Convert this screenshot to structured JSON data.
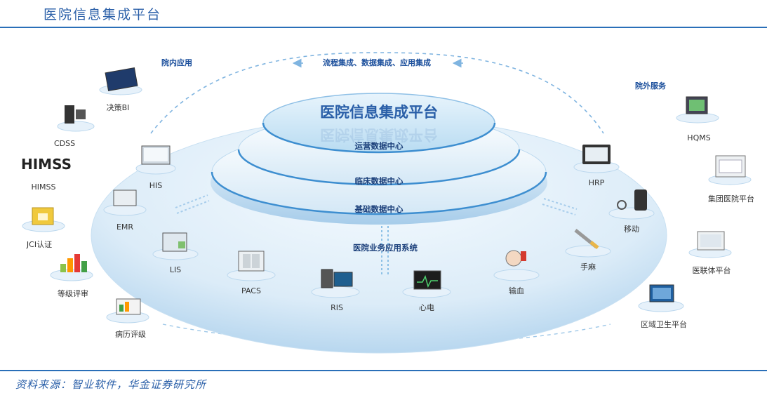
{
  "header": {
    "title": "医院信息集成平台"
  },
  "footer": {
    "source": "资料来源：智业软件，华金证券研究所"
  },
  "diagram": {
    "center_title": "医院信息集成平台",
    "top_integration": "流程集成、数据集成、应用集成",
    "layers": [
      "运营数据中心",
      "临床数据中心",
      "基础数据中心"
    ],
    "business_system": "医院业务应用系统",
    "in_hospital_title": "院内应用",
    "out_hospital_title": "院外服务",
    "inner_left": [
      "HIS",
      "EMR",
      "LIS",
      "PACS",
      "RIS"
    ],
    "inner_right": [
      "心电",
      "输血",
      "手麻",
      "移动",
      "HRP"
    ],
    "outer_left": [
      "决策BI",
      "CDSS",
      "HIMSS",
      "JCI认证",
      "等级评审",
      "病历评级"
    ],
    "outer_right": [
      "HQMS",
      "集团医院平台",
      "医联体平台",
      "区域卫生平台"
    ],
    "logo_text": "HIMSS"
  }
}
